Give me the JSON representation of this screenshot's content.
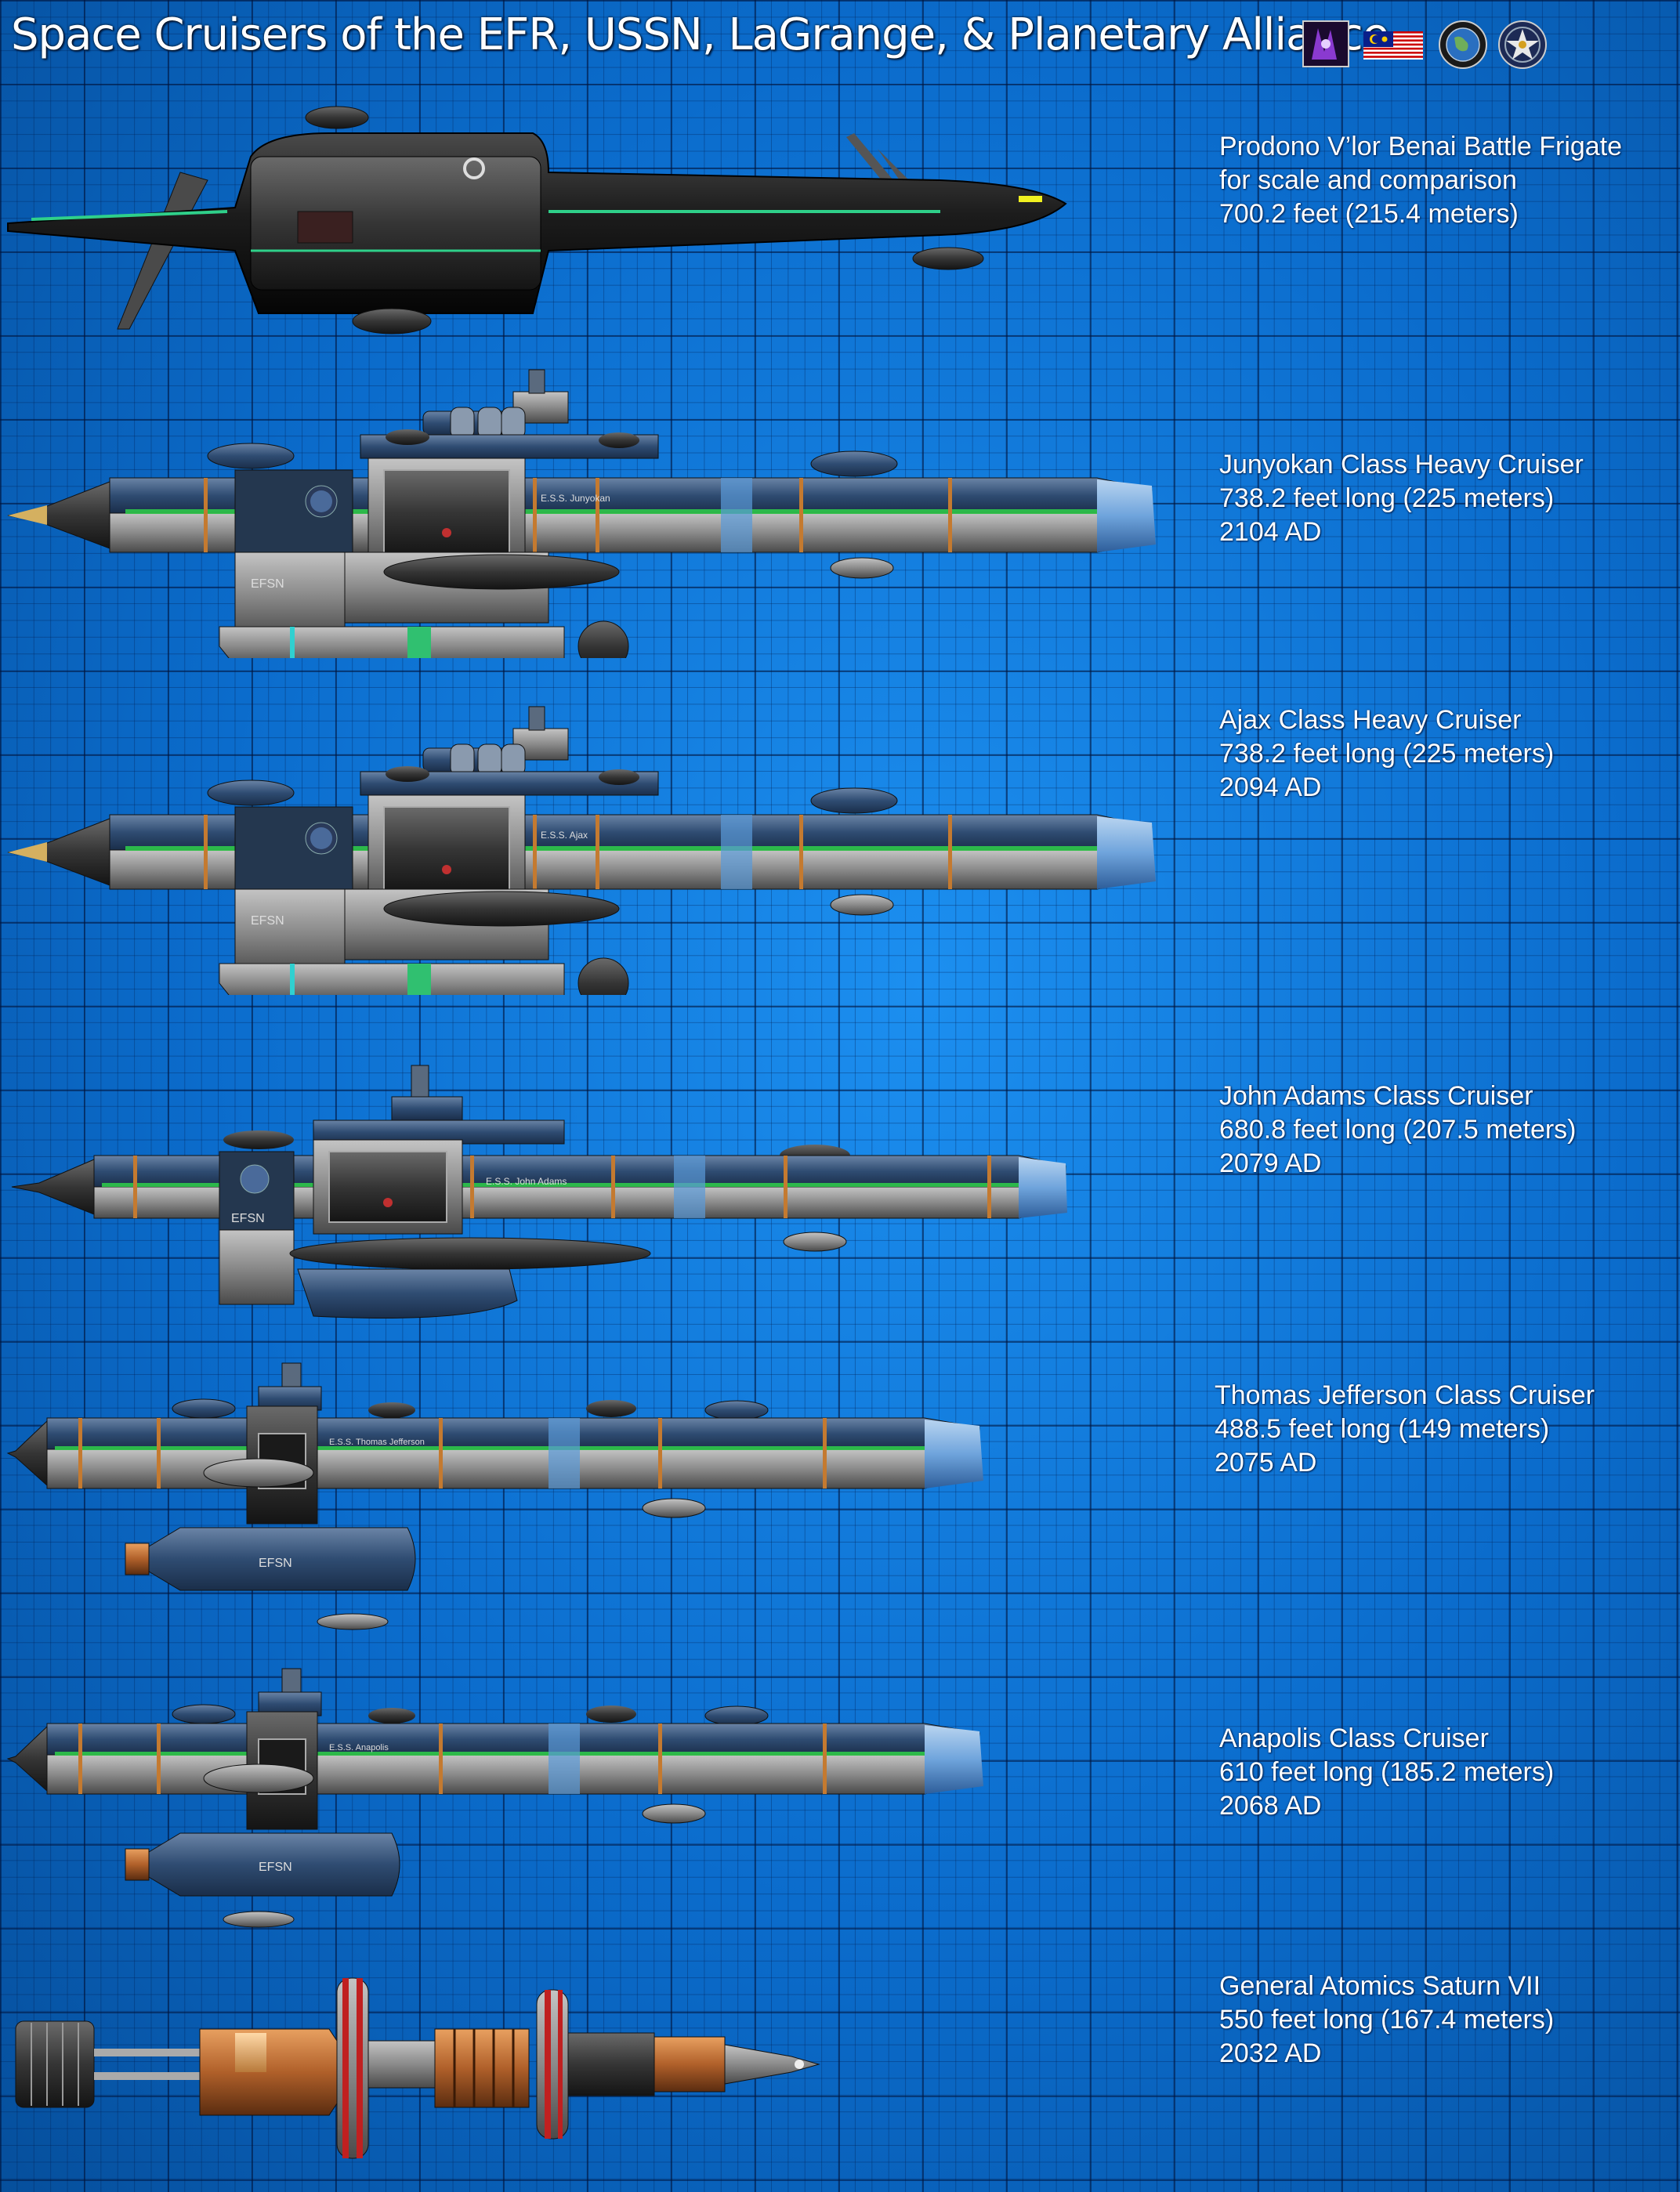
{
  "title": "Space Cruisers of the EFR, USSN, LaGrange, & Planetary Alliance",
  "emblems": [
    "purple-insignia-icon",
    "malaysia-flag-icon",
    "earth-seal-icon",
    "star-seal-icon"
  ],
  "ships": [
    {
      "name": "Prodono V’lor Benai Battle Frigate",
      "line2": "for scale and comparison",
      "line3": "700.2 feet (215.4 meters)"
    },
    {
      "name": "Junyokan Class Heavy Cruiser",
      "line2": "738.2 feet long (225 meters)",
      "line3": "2104 AD",
      "hull_text": "E.S.S. Junyokan",
      "badge": "EFSN"
    },
    {
      "name": "Ajax Class Heavy Cruiser",
      "line2": "738.2 feet long (225 meters)",
      "line3": "2094 AD",
      "hull_text": "E.S.S. Ajax",
      "badge": "EFSN"
    },
    {
      "name": "John Adams Class Cruiser",
      "line2": "680.8 feet long (207.5 meters)",
      "line3": "2079 AD",
      "hull_text": "E.S.S. John Adams",
      "badge": "EFSN"
    },
    {
      "name": "Thomas Jefferson Class Cruiser",
      "line2": "488.5 feet long (149 meters)",
      "line3": "2075 AD",
      "hull_text": "E.S.S. Thomas Jefferson",
      "badge": "EFSN"
    },
    {
      "name": "Anapolis Class Cruiser",
      "line2": "610 feet long (185.2 meters)",
      "line3": "2068 AD",
      "hull_text": "E.S.S. Anapolis",
      "badge": "EFSN"
    },
    {
      "name": "General Atomics Saturn VII",
      "line2": "550 feet long (167.4 meters)",
      "line3": "2032 AD"
    }
  ]
}
